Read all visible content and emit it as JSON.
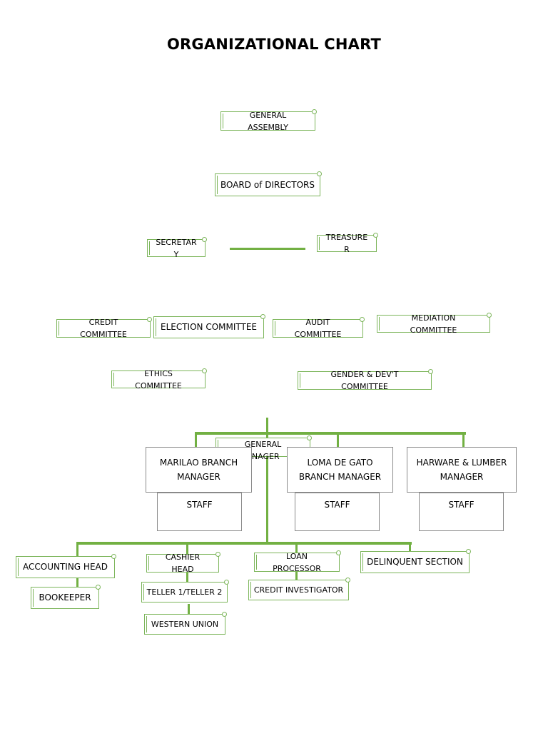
{
  "title": "ORGANIZATIONAL CHART",
  "nodes": {
    "general_assembly": "GENERAL\nASSEMBLY",
    "board_of_directors": "BOARD of DIRECTORS",
    "secretary": "SECRETAR\nY",
    "treasurer": "TREASURE\nR",
    "credit_committee": "CREDIT\nCOMMITTEE",
    "election_committee": "ELECTION COMMITTEE",
    "audit_committee": "AUDIT\nCOMMITTEE",
    "mediation_committee": "MEDIATION\nCOMMITTEE",
    "ethics_committee": "ETHICS\nCOMMITTEE",
    "gender_dev_committee": "GENDER & DEV'T\nCOMMITTEE",
    "general_manager": "GENERAL\nANAGER",
    "marilao_branch_manager": "MARILAO BRANCH\nMANAGER",
    "loma_de_gato_branch_manager": "LOMA DE GATO\nBRANCH MANAGER",
    "hardware_lumber_manager": "HARWARE & LUMBER\nMANAGER",
    "staff_1": "STAFF",
    "staff_2": "STAFF",
    "staff_3": "STAFF",
    "accounting_head": "ACCOUNTING HEAD",
    "bookkeeper": "BOOKEEPER",
    "cashier_head": "CASHIER\nHEAD",
    "teller": "TELLER 1/TELLER 2",
    "western_union": "WESTERN UNION",
    "loan_processor": "LOAN\nPROCESSOR",
    "credit_investigator": "CREDIT INVESTIGATOR",
    "delinquent_section": "DELINQUENT SECTION"
  },
  "colors": {
    "connector": "#72b043",
    "scroll_border": "#7cb55a",
    "box_border": "#8a8a8a"
  }
}
